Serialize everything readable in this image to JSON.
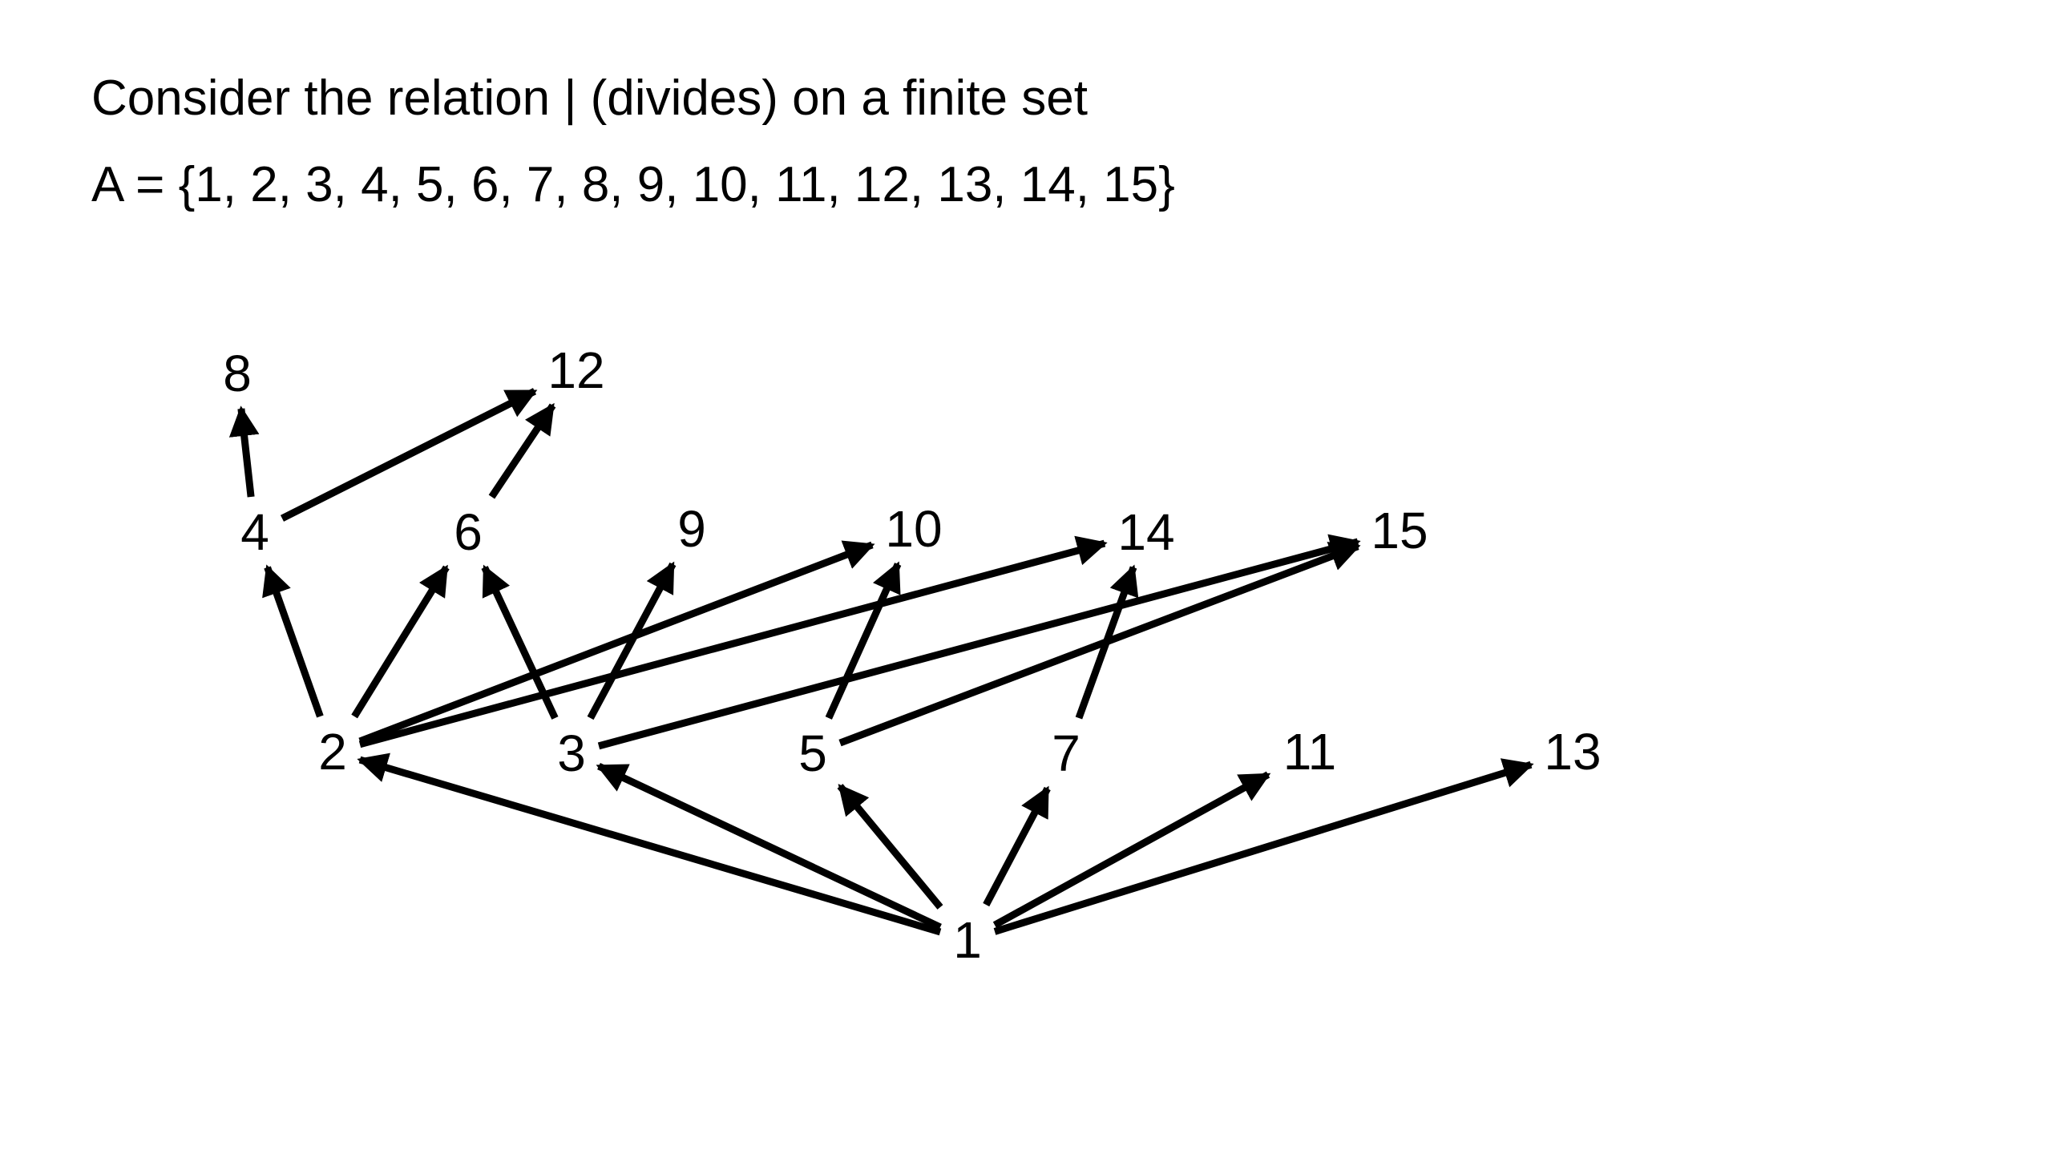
{
  "slide": {
    "line1": "Consider the relation | (divides) on a finite set",
    "line2": "A = {1, 2, 3, 4, 5, 6, 7, 8, 9, 10, 11, 12, 13, 14, 15}"
  },
  "diagram": {
    "nodes": [
      {
        "id": "1",
        "label": "1"
      },
      {
        "id": "2",
        "label": "2"
      },
      {
        "id": "3",
        "label": "3"
      },
      {
        "id": "4",
        "label": "4"
      },
      {
        "id": "5",
        "label": "5"
      },
      {
        "id": "6",
        "label": "6"
      },
      {
        "id": "7",
        "label": "7"
      },
      {
        "id": "8",
        "label": "8"
      },
      {
        "id": "9",
        "label": "9"
      },
      {
        "id": "10",
        "label": "10"
      },
      {
        "id": "11",
        "label": "11"
      },
      {
        "id": "12",
        "label": "12"
      },
      {
        "id": "13",
        "label": "13"
      },
      {
        "id": "14",
        "label": "14"
      },
      {
        "id": "15",
        "label": "15"
      }
    ],
    "edges": [
      {
        "from": "1",
        "to": "2"
      },
      {
        "from": "1",
        "to": "3"
      },
      {
        "from": "1",
        "to": "5"
      },
      {
        "from": "1",
        "to": "7"
      },
      {
        "from": "1",
        "to": "11"
      },
      {
        "from": "1",
        "to": "13"
      },
      {
        "from": "2",
        "to": "4"
      },
      {
        "from": "2",
        "to": "6"
      },
      {
        "from": "2",
        "to": "10"
      },
      {
        "from": "2",
        "to": "14"
      },
      {
        "from": "3",
        "to": "6"
      },
      {
        "from": "3",
        "to": "9"
      },
      {
        "from": "3",
        "to": "15"
      },
      {
        "from": "5",
        "to": "10"
      },
      {
        "from": "5",
        "to": "15"
      },
      {
        "from": "7",
        "to": "14"
      },
      {
        "from": "4",
        "to": "8"
      },
      {
        "from": "4",
        "to": "12"
      },
      {
        "from": "6",
        "to": "12"
      }
    ]
  }
}
